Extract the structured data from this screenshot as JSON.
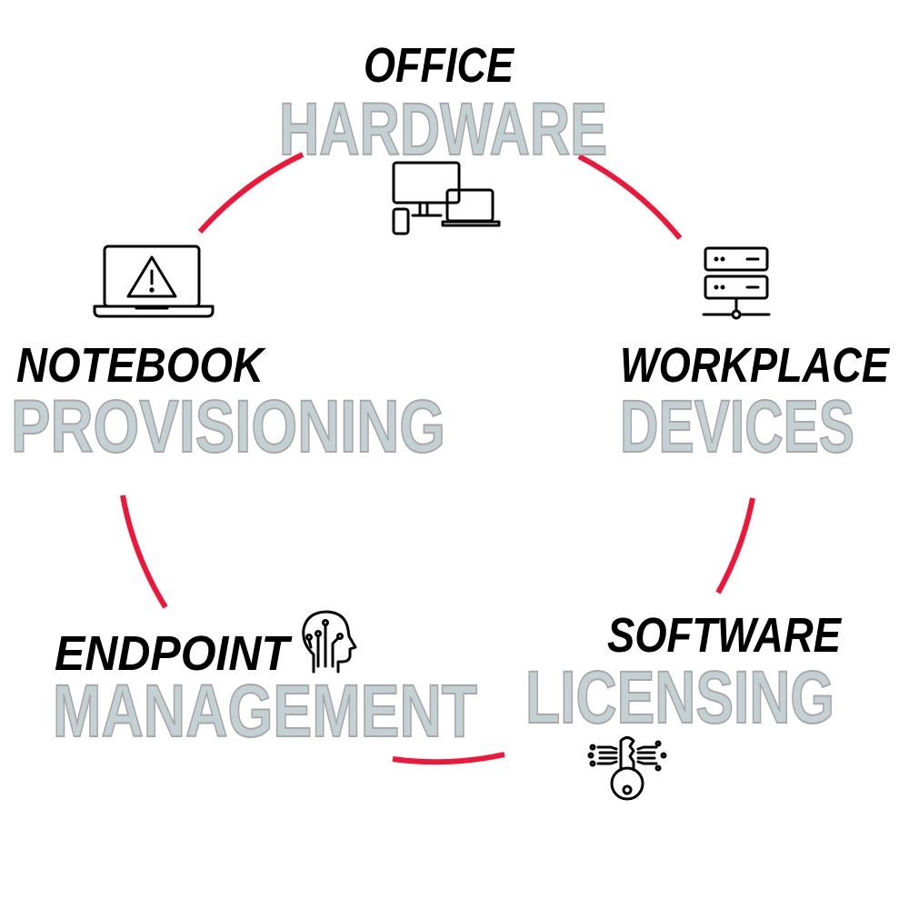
{
  "accent_color": "#f0163a",
  "label_color": "#c4d1d4",
  "items": [
    {
      "kicker": "OFFICE",
      "title": "HARDWARE",
      "icon": "devices-icon"
    },
    {
      "kicker": "WORKPLACE",
      "title": "DEVICES",
      "icon": "server-icon"
    },
    {
      "kicker": "SOFTWARE",
      "title": "LICENSING",
      "icon": "digital-key-icon"
    },
    {
      "kicker": "ENDPOINT",
      "title": "MANAGEMENT",
      "icon": "ai-head-icon"
    },
    {
      "kicker": "NOTEBOOK",
      "title": "PROVISIONING",
      "icon": "laptop-warning-icon"
    }
  ]
}
